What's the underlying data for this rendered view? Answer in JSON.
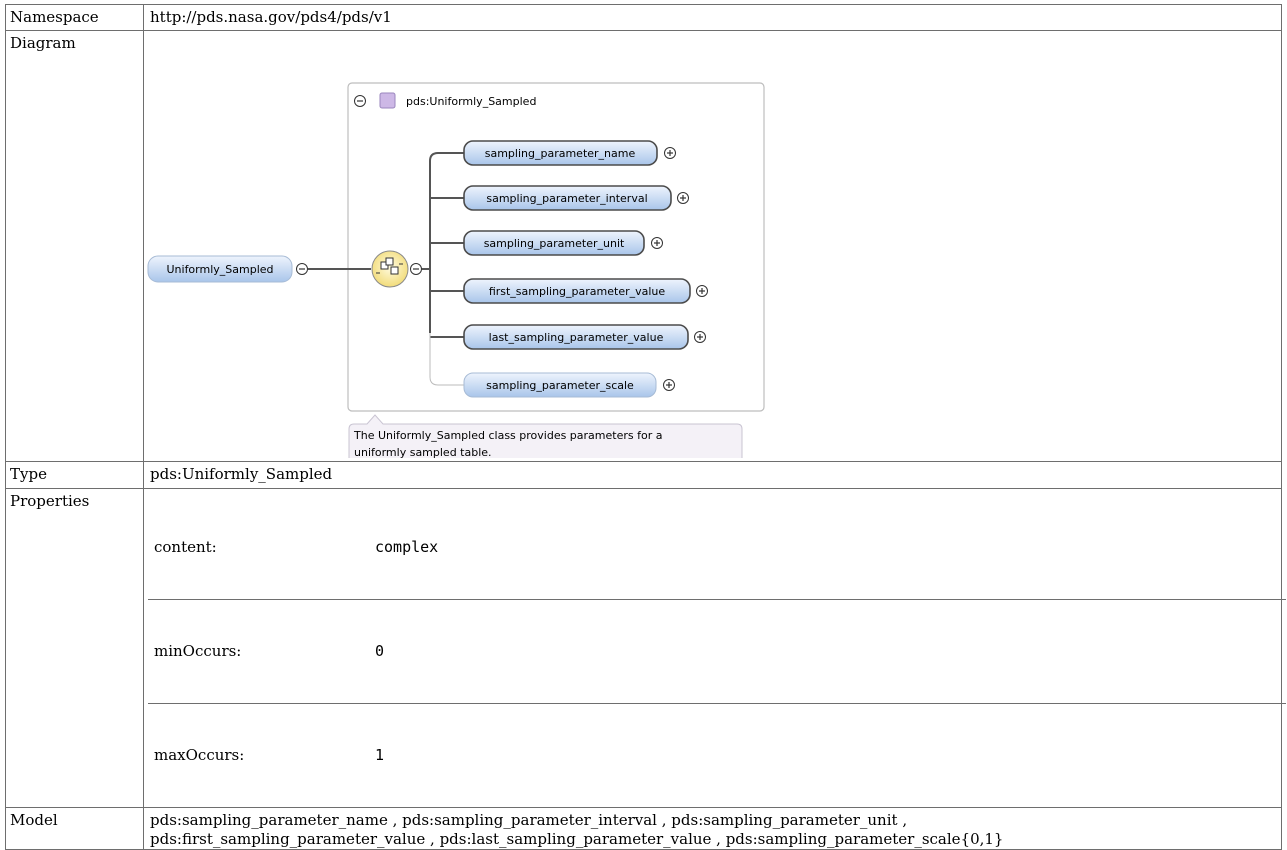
{
  "rows": {
    "namespace": {
      "label": "Namespace",
      "value": "http://pds.nasa.gov/pds4/pds/v1"
    },
    "diagram": {
      "label": "Diagram",
      "root_element": "Uniformly_Sampled",
      "complex_type": "pds:Uniformly_Sampled",
      "children": [
        "sampling_parameter_name",
        "sampling_parameter_interval",
        "sampling_parameter_unit",
        "first_sampling_parameter_value",
        "last_sampling_parameter_value",
        "sampling_parameter_scale"
      ],
      "annotation_lines": [
        "The Uniformly_Sampled class provides parameters for a",
        "uniformly sampled table."
      ]
    },
    "type": {
      "label": "Type",
      "value": "pds:Uniformly_Sampled"
    },
    "properties": {
      "label": "Properties",
      "items": [
        {
          "key": "content:",
          "value": "complex"
        },
        {
          "key": "minOccurs:",
          "value": "0"
        },
        {
          "key": "maxOccurs:",
          "value": "1"
        }
      ]
    },
    "model": {
      "label": "Model",
      "line1": "pds:sampling_parameter_name , pds:sampling_parameter_interval , pds:sampling_parameter_unit ,",
      "line2": "pds:first_sampling_parameter_value , pds:last_sampling_parameter_value , pds:sampling_parameter_scale{0,1}"
    }
  }
}
